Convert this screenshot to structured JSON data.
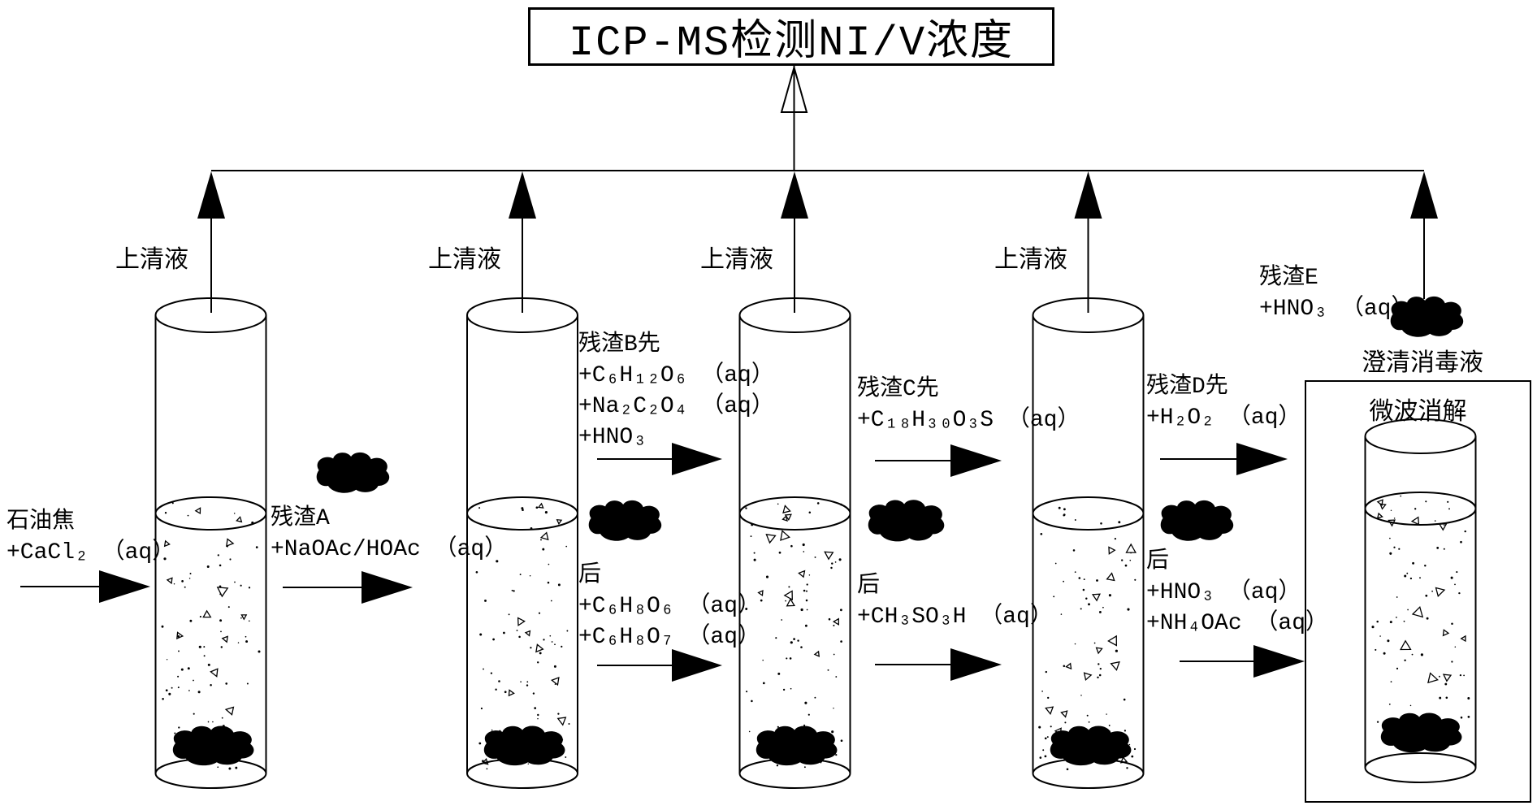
{
  "diagram_title": "ICP-MS检测NI/V浓度",
  "supernatant_labels": [
    "上清液",
    "上清液",
    "上清液",
    "上清液"
  ],
  "steps": [
    {
      "id": "feed",
      "lines": [
        "石油焦",
        "+CaCl₂ （aq）"
      ]
    },
    {
      "id": "residue-a",
      "lines": [
        "残渣A",
        "+NaOAc/HOAc （aq）"
      ]
    },
    {
      "id": "residue-b-first",
      "lines": [
        "残渣B先",
        "+C₆H₁₂O₆ （aq）",
        "+Na₂C₂O₄ （aq）",
        "+HNO₃"
      ]
    },
    {
      "id": "residue-b-second",
      "lines": [
        "后",
        "+C₆H₈O₆ （aq）",
        "+C₆H₈O₇ （aq）"
      ]
    },
    {
      "id": "residue-c-first",
      "lines": [
        "残渣C先",
        "+C₁₈H₃₀O₃S （aq）"
      ]
    },
    {
      "id": "residue-c-second",
      "lines": [
        "后",
        "+CH₃SO₃H （aq）"
      ]
    },
    {
      "id": "residue-d-first",
      "lines": [
        "残渣D先",
        "+H₂O₂ （aq）"
      ]
    },
    {
      "id": "residue-d-second",
      "lines": [
        "后",
        "+HNO₃ （aq）",
        "+NH₄OAc （aq）"
      ]
    },
    {
      "id": "residue-e",
      "lines": [
        "残渣E",
        "+HNO₃ （aq）"
      ]
    }
  ],
  "clarified_liquid_label": "澄清消毒液",
  "microwave_box_label": "微波消解",
  "colors": {
    "ink": "#000000",
    "background": "#ffffff"
  }
}
